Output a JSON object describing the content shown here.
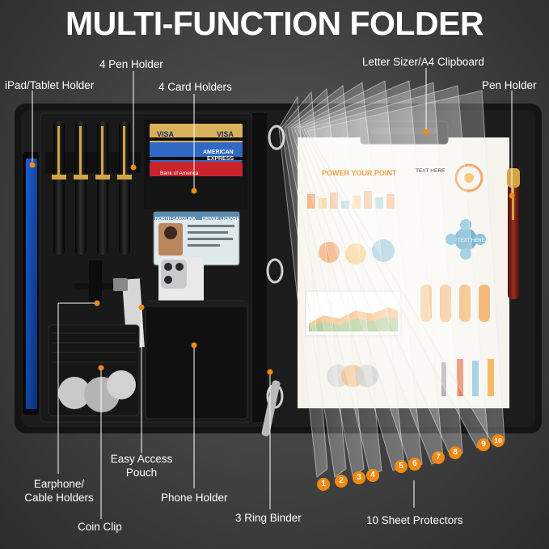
{
  "title": "MULTI-FUNCTION FOLDER",
  "labels": {
    "pen_holder_4": "4 Pen Holder",
    "tablet_holder": "iPad/Tablet Holder",
    "card_holders": "4 Card Holders",
    "clipboard": "Letter Sizer/A4 Clipboard",
    "pen_holder": "Pen Holder",
    "earphone_line1": "Earphone/",
    "earphone_line2": "Cable Holders",
    "pouch_line1": "Easy Access",
    "pouch_line2": "Pouch",
    "phone_holder": "Phone Holder",
    "ring_binder": "3 Ring Binder",
    "sheet_protectors": "10 Sheet Protectors",
    "coin_clip": "Coin Clip"
  },
  "cards": {
    "visa_1": "VISA",
    "visa_2": "VISA",
    "amex_1": "AMERICAN",
    "amex_2": "EXPRESS",
    "bank": "Bank of America",
    "license_state": "NORTH CAROLINA",
    "license_type": "DRIVER LICENSE"
  },
  "document": {
    "heading": "POWER YOUR POINT",
    "text_here": "TEXT HERE"
  },
  "sheet_numbers": [
    "1",
    "2",
    "3",
    "4",
    "5",
    "6",
    "7",
    "8",
    "9",
    "10"
  ],
  "colors": {
    "accent_orange": "#f08a12",
    "folder_black": "#151515",
    "label_white": "#ffffff",
    "pen_gold": "#d3a443"
  }
}
